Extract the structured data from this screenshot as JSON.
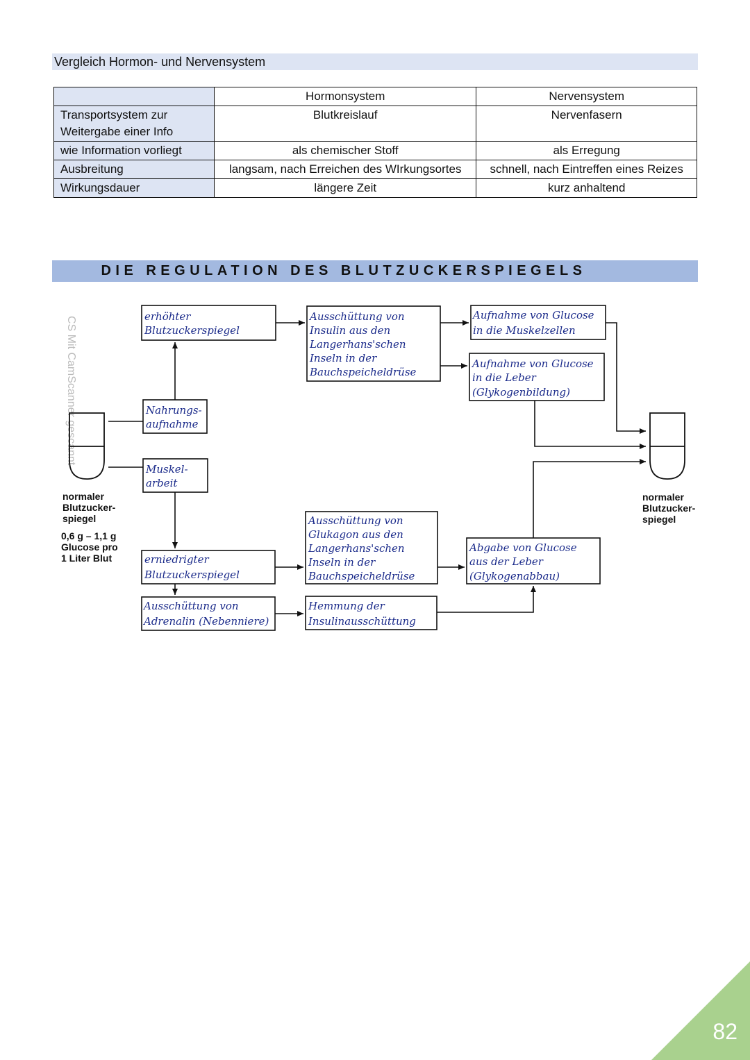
{
  "comparison": {
    "heading": "Vergleich Hormon- und Nervensystem",
    "columns": [
      "",
      "Hormonsystem",
      "Nervensystem"
    ],
    "rows": [
      {
        "label": "Transportsystem zur Weitergabe einer Info",
        "hormon": "Blutkreislauf",
        "nerven": "Nervenfasern"
      },
      {
        "label": "wie Information vorliegt",
        "hormon": "als chemischer Stoff",
        "nerven": "als Erregung"
      },
      {
        "label": "Ausbreitung",
        "hormon": "langsam, nach Erreichen des WIrkungsortes",
        "nerven": "schnell, nach Eintreffen eines Reizes"
      },
      {
        "label": "Wirkungsdauer",
        "hormon": "längere Zeit",
        "nerven": "kurz anhaltend"
      }
    ]
  },
  "regulation": {
    "title": "DIE REGULATION DES BLUTZUCKERSPIEGELS",
    "watermark": "CS Mit CamScanner gescannt",
    "left_label": [
      "normaler",
      "Blutzucker-",
      "spiegel"
    ],
    "left_sub": [
      "0,6 g – 1,1 g",
      "Glucose pro",
      "1 Liter Blut"
    ],
    "right_label": [
      "normaler",
      "Blutzucker-",
      "spiegel"
    ],
    "boxes": {
      "erhoehter": [
        "erhöhter",
        "Blutzuckerspiegel"
      ],
      "nahrung": [
        "Nahrungs-",
        "aufnahme"
      ],
      "muskel": [
        "Muskel-",
        "arbeit"
      ],
      "erniedrigter": [
        "erniedrigter",
        "Blutzuckerspiegel"
      ],
      "adrenalin": [
        "Ausschüttung von",
        "Adrenalin (Nebenniere)"
      ],
      "insulin": [
        "Ausschüttung von",
        "Insulin aus den",
        "Langerhans'schen",
        "Inseln in der",
        "Bauchspeicheldrüse"
      ],
      "glukagon": [
        "Ausschüttung von",
        "Glukagon aus den",
        "Langerhans'schen",
        "Inseln in der",
        "Bauchspeicheldrüse"
      ],
      "hemmung": [
        "Hemmung der",
        "Insulinausschüttung"
      ],
      "muskelzellen": [
        "Aufnahme von Glucose",
        "in die Muskelzellen"
      ],
      "leber": [
        "Aufnahme von Glucose",
        "in die Leber",
        "(Glykogenbildung)"
      ],
      "abgabe": [
        "Abgabe von Glucose",
        "aus der Leber",
        "(Glykogenabbau)"
      ]
    }
  },
  "page_number": "82",
  "colors": {
    "header_bg": "#dde4f3",
    "title_bg": "#a3b9e0",
    "corner": "#a9d18e",
    "handwriting": "#1a2a8a"
  }
}
